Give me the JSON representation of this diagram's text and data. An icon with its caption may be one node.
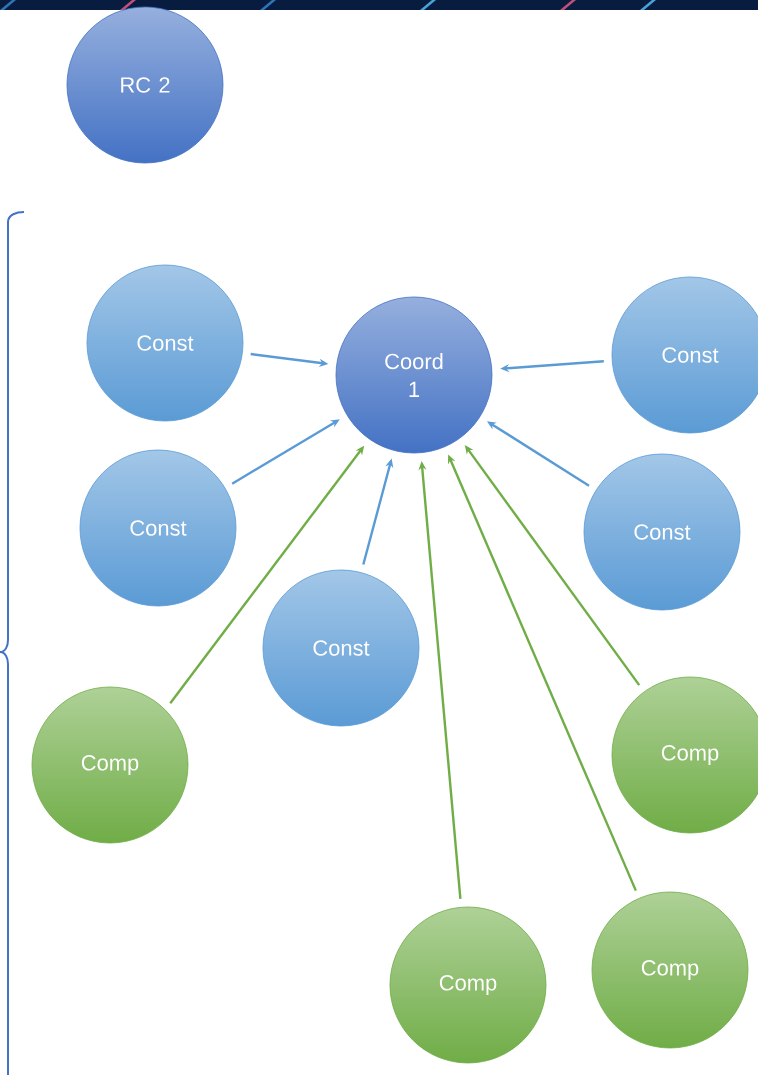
{
  "diagram": {
    "nodes": [
      {
        "text": [
          "RC 2"
        ]
      },
      {
        "text": [
          "Coord 1"
        ]
      },
      {
        "text": [
          "Const"
        ]
      },
      {
        "text": [
          "Const"
        ]
      },
      {
        "text": [
          "Const"
        ]
      },
      {
        "text": [
          "Const"
        ]
      },
      {
        "text": [
          "Const"
        ]
      },
      {
        "text": [
          "Comp"
        ]
      },
      {
        "text": [
          "Comp"
        ]
      },
      {
        "text": [
          "Comp"
        ]
      },
      {
        "text": [
          "Comp"
        ]
      }
    ],
    "edges": [
      {
        "from": 2,
        "to": 1,
        "arrow": "to"
      },
      {
        "from": 3,
        "to": 1,
        "arrow": "to"
      },
      {
        "from": 4,
        "to": 1,
        "arrow": "to"
      },
      {
        "from": 5,
        "to": 1,
        "arrow": "to"
      },
      {
        "from": 6,
        "to": 1,
        "arrow": "to"
      },
      {
        "from": 7,
        "to": 1,
        "arrow": "to",
        "color": "#70ad47"
      },
      {
        "from": 8,
        "to": 1,
        "arrow": "to",
        "color": "#70ad47"
      },
      {
        "from": 9,
        "to": 1,
        "arrow": "to",
        "color": "#70ad47"
      },
      {
        "from": 10,
        "to": 1,
        "arrow": "to",
        "color": "#70ad47"
      }
    ]
  }
}
